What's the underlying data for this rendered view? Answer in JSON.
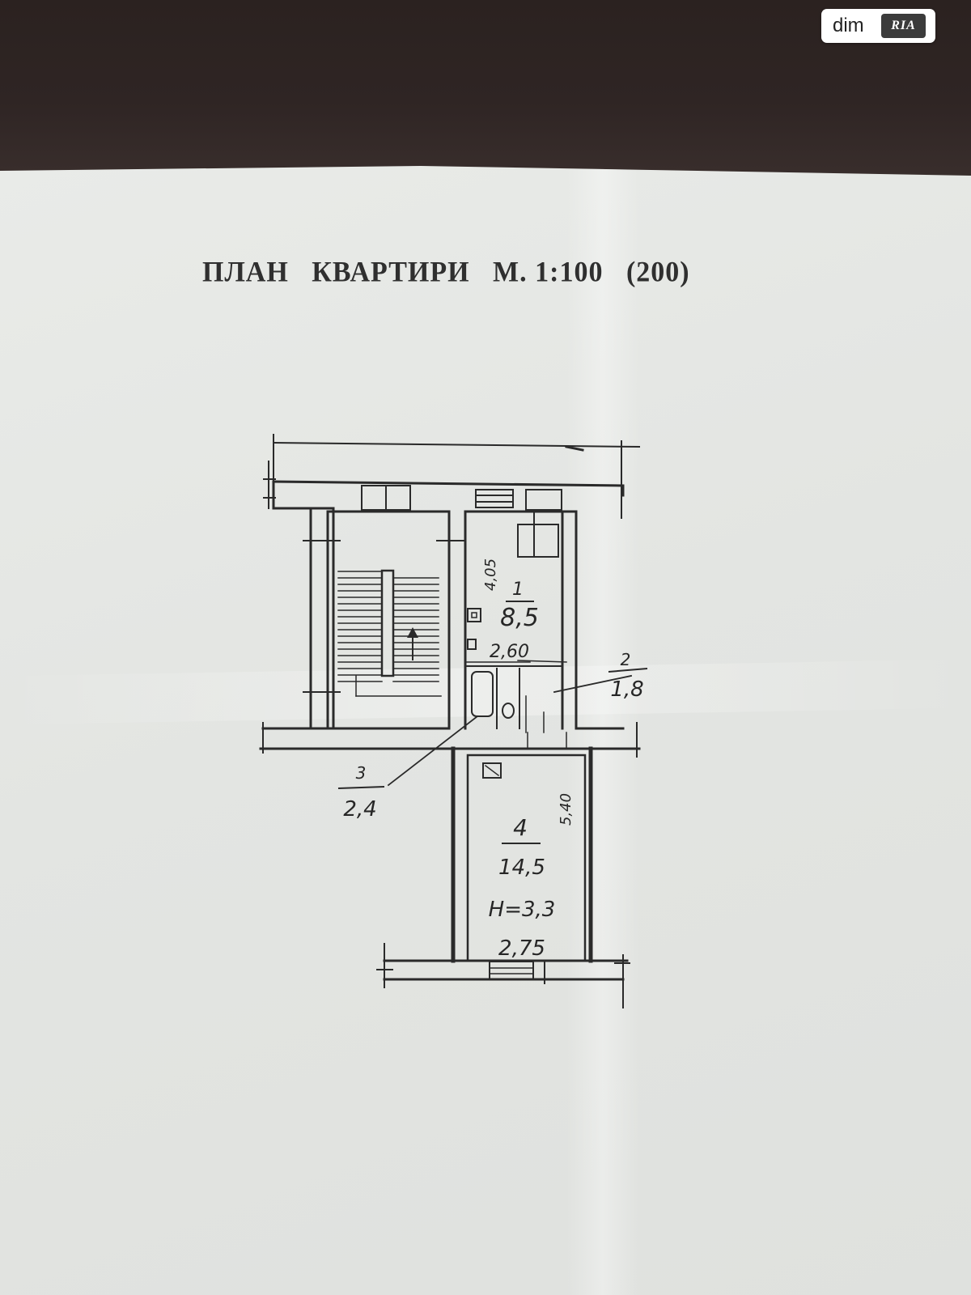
{
  "watermark": {
    "text": "dim",
    "logo_text": "RIA"
  },
  "title": "ПЛАН   КВАРТИРИ   М. 1:100   (200)",
  "rooms": [
    {
      "number": "1",
      "area": "8,5",
      "height_dim": "4,05",
      "width_dim": "2,60"
    },
    {
      "number": "2",
      "area": "1,8"
    },
    {
      "number": "3",
      "area": "2,4"
    },
    {
      "number": "4",
      "area": "14,5",
      "height_dim": "5,40",
      "width_dim": "2,75",
      "ceiling": "H=3,3"
    }
  ],
  "colors": {
    "paper": "#e3e5e2",
    "ink": "#2a2a2a",
    "desk": "#2b2220"
  }
}
